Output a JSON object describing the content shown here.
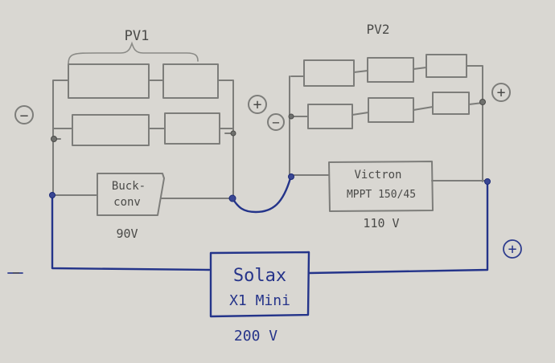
{
  "arrays": {
    "pv1": {
      "label": "PV1"
    },
    "pv2": {
      "label": "PV2"
    }
  },
  "converters": {
    "buck": {
      "line1": "Buck-",
      "line2": "conv",
      "voltage": "90V"
    },
    "victron": {
      "line1": "Victron",
      "line2": "MPPT 150/45",
      "voltage": "110 V"
    },
    "solax": {
      "line1": "Solax",
      "line2": "X1 Mini",
      "voltage": "200 V"
    }
  },
  "polarity": {
    "pv1_minus": "−",
    "pv1_plus": "+",
    "pv2_minus": "−",
    "pv2_plus": "+",
    "main_minus": "−",
    "main_plus": "+"
  },
  "colors": {
    "pencil": "#7d7d7a",
    "ink": "#24348a",
    "paper": "#d9d7d2"
  }
}
